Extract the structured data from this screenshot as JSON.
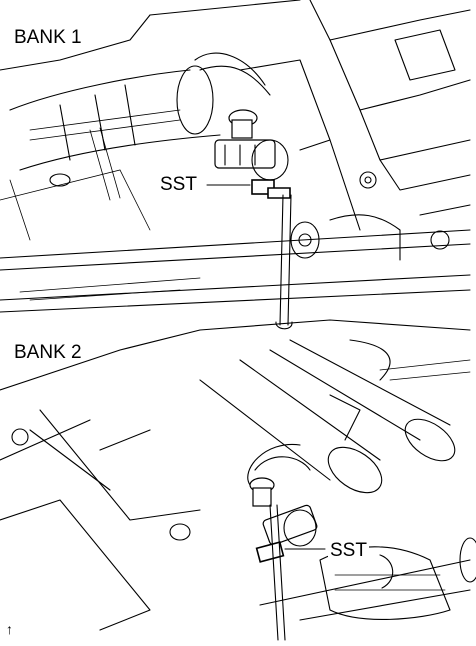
{
  "panels": [
    {
      "title": "BANK 1",
      "tool_label": "SST"
    },
    {
      "title": "BANK 2",
      "tool_label": "SST"
    }
  ],
  "corner_marker": "↑"
}
